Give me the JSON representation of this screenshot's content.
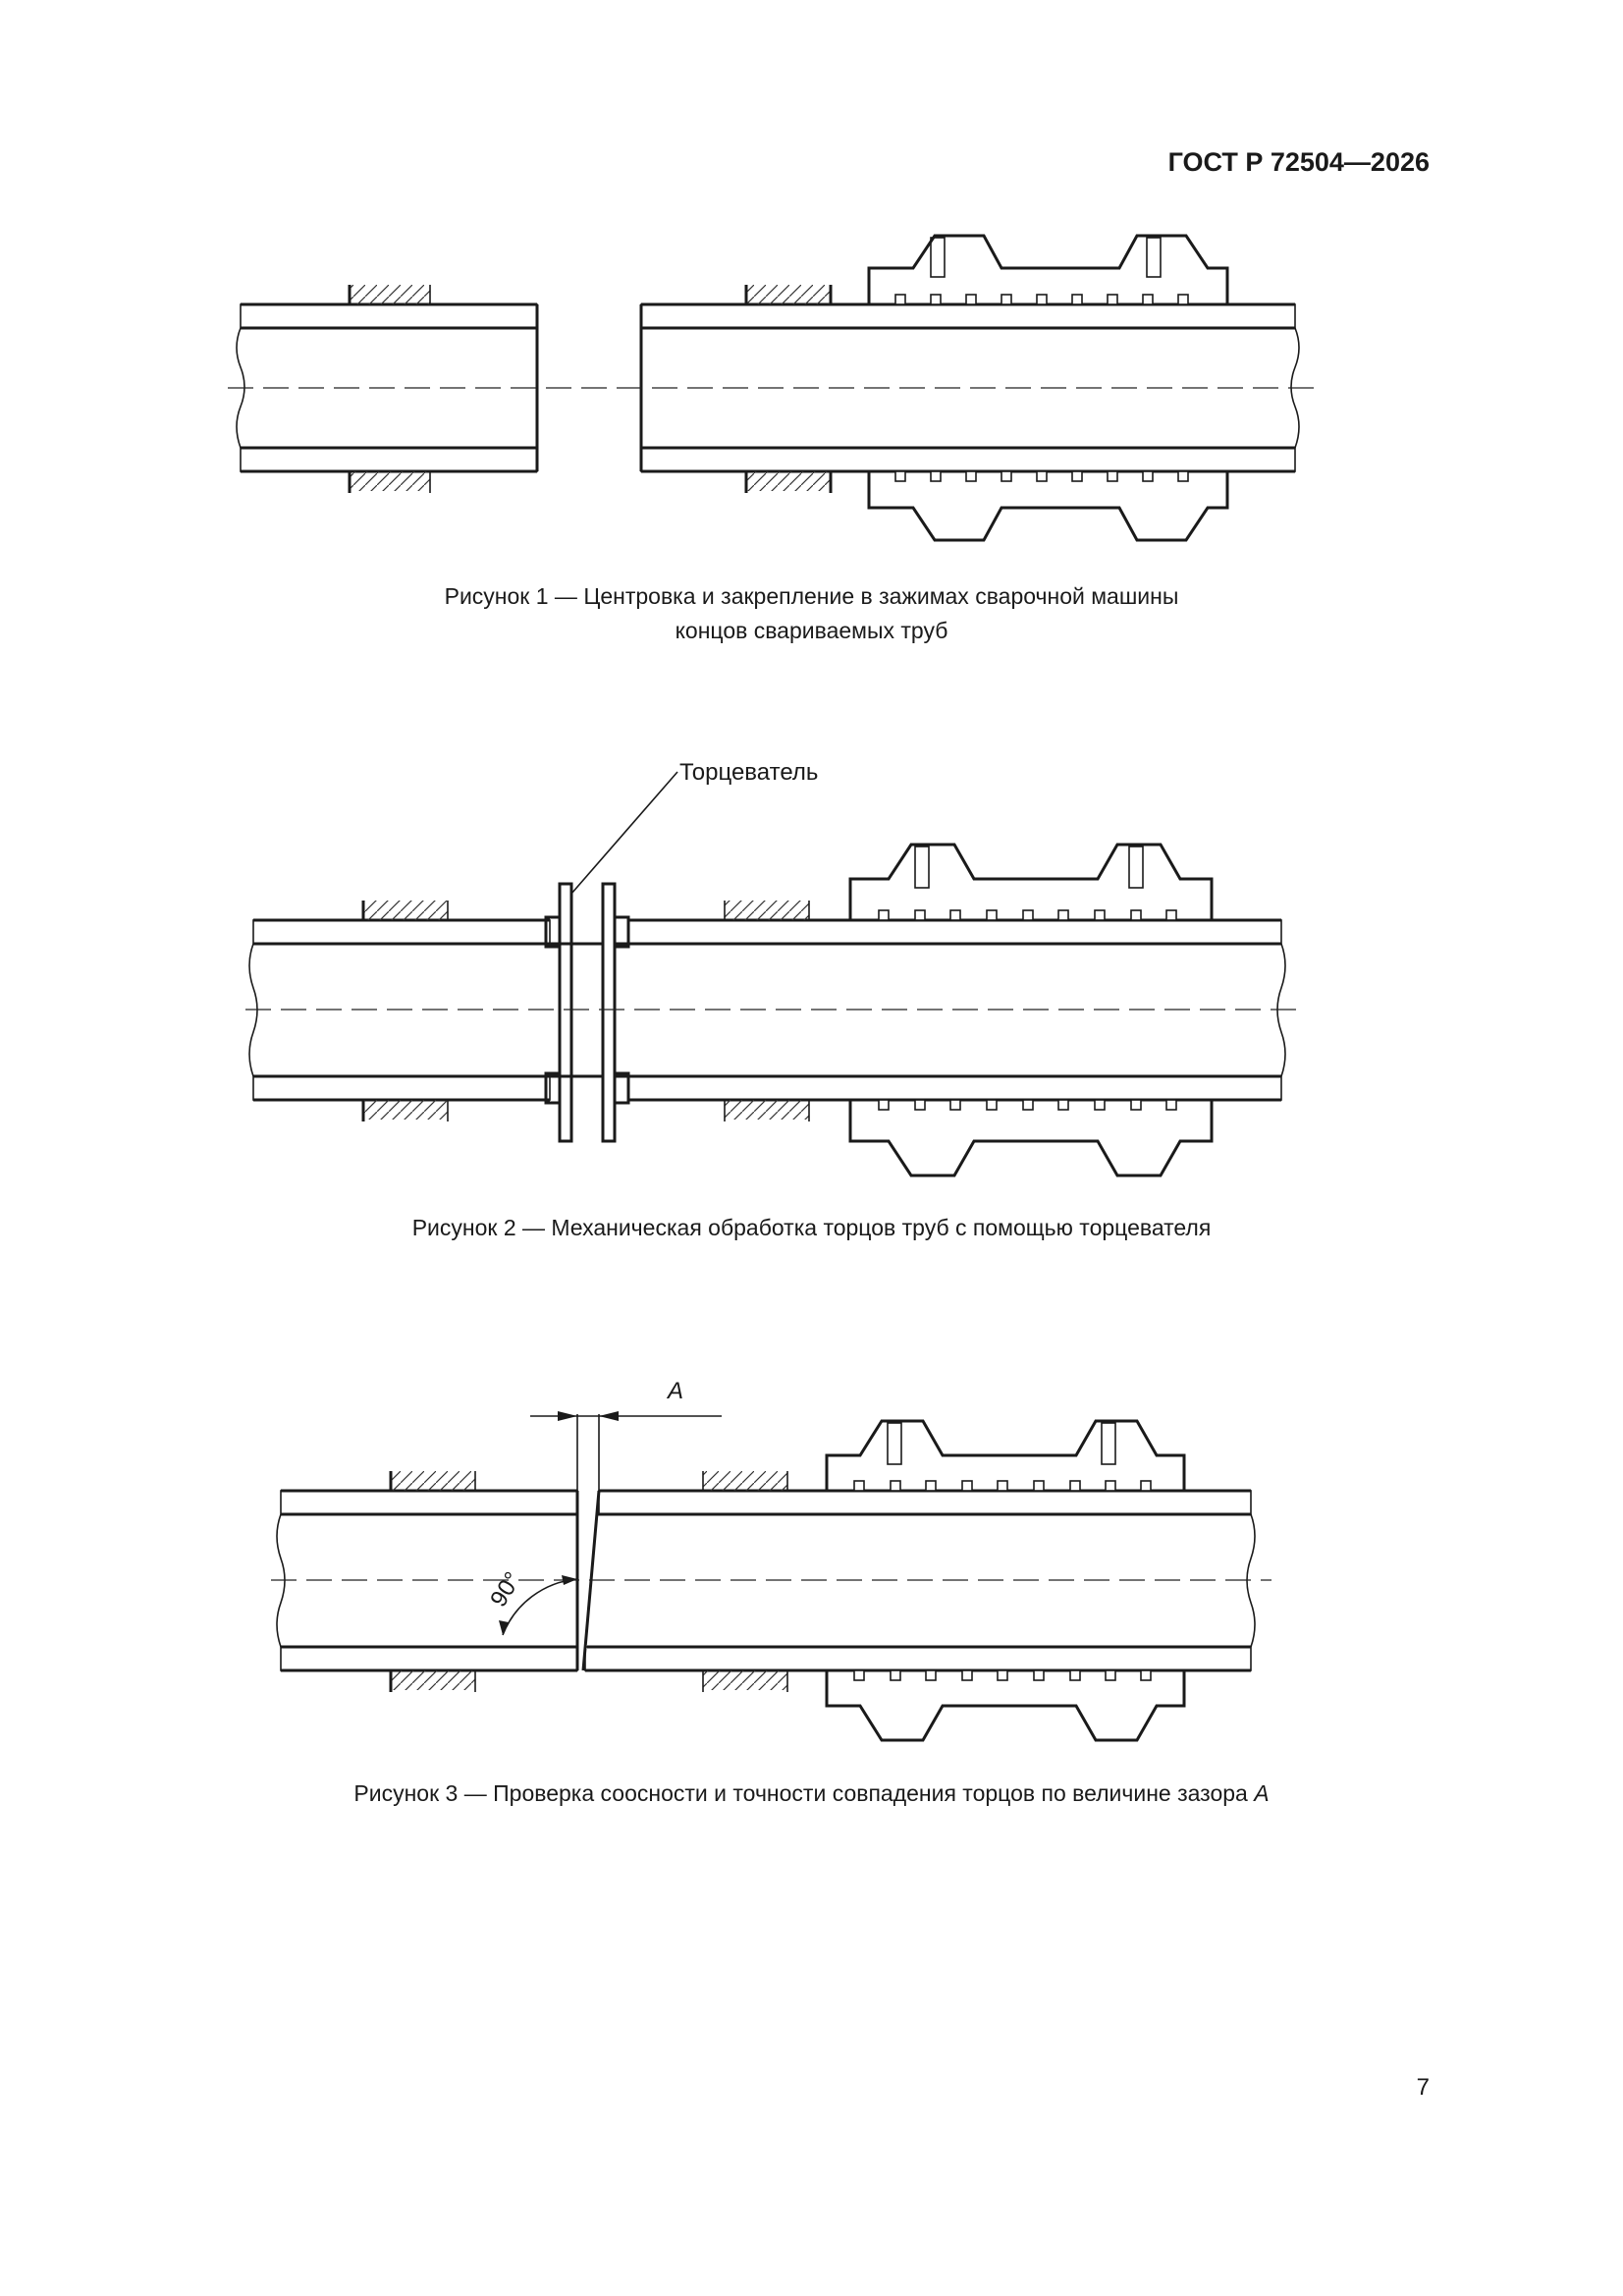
{
  "header": {
    "standard_code": "ГОСТ Р 72504—2026"
  },
  "figure1": {
    "caption_line1": "Рисунок 1 — Центровка и закрепление в зажимах сварочной машины",
    "caption_line2": "концов свариваемых труб"
  },
  "figure2": {
    "label_facer": "Торцеватель",
    "caption": "Рисунок 2 — Механическая обработка торцов труб с помощью торцевателя"
  },
  "figure3": {
    "label_gap": "A",
    "label_angle": "90°",
    "caption_text": "Рисунок 3 — Проверка соосности и точности совпадения торцов по величине зазора ",
    "caption_var": "A"
  },
  "footer": {
    "page_number": "7"
  }
}
